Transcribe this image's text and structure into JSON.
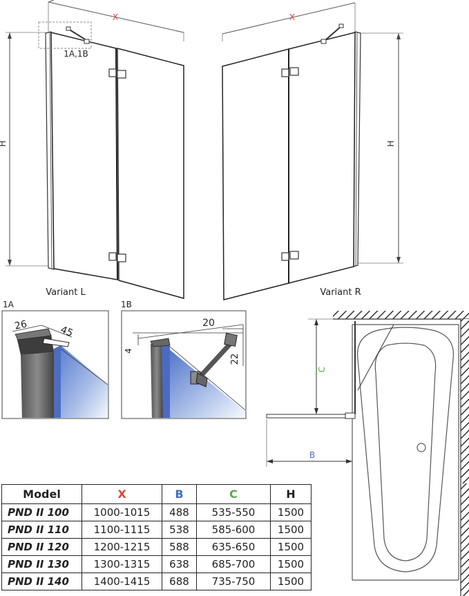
{
  "diagram": {
    "left": {
      "x_label": "X",
      "h_label": "H",
      "detail_ref": "1A,1B",
      "caption": "Variant L"
    },
    "right": {
      "x_label": "X",
      "h_label": "H",
      "caption": "Variant R"
    },
    "detail_1a": {
      "label": "1A",
      "dims": [
        "26",
        "45"
      ]
    },
    "detail_1b": {
      "label": "1B",
      "dims": [
        "20",
        "4",
        "22"
      ]
    },
    "plan": {
      "b_label": "B",
      "c_label": "C"
    }
  },
  "table": {
    "headers": [
      "Model",
      "X",
      "B",
      "C",
      "H"
    ],
    "header_colors": [
      "#222222",
      "#d9453c",
      "#3f6fc4",
      "#5aa84a",
      "#222222"
    ],
    "rows": [
      [
        "PND II 100",
        "1000-1015",
        "488",
        "535-550",
        "1500"
      ],
      [
        "PND II 110",
        "1100-1115",
        "538",
        "585-600",
        "1500"
      ],
      [
        "PND II 120",
        "1200-1215",
        "588",
        "635-650",
        "1500"
      ],
      [
        "PND II 130",
        "1300-1315",
        "638",
        "685-700",
        "1500"
      ],
      [
        "PND II 140",
        "1400-1415",
        "688",
        "735-750",
        "1500"
      ]
    ]
  }
}
